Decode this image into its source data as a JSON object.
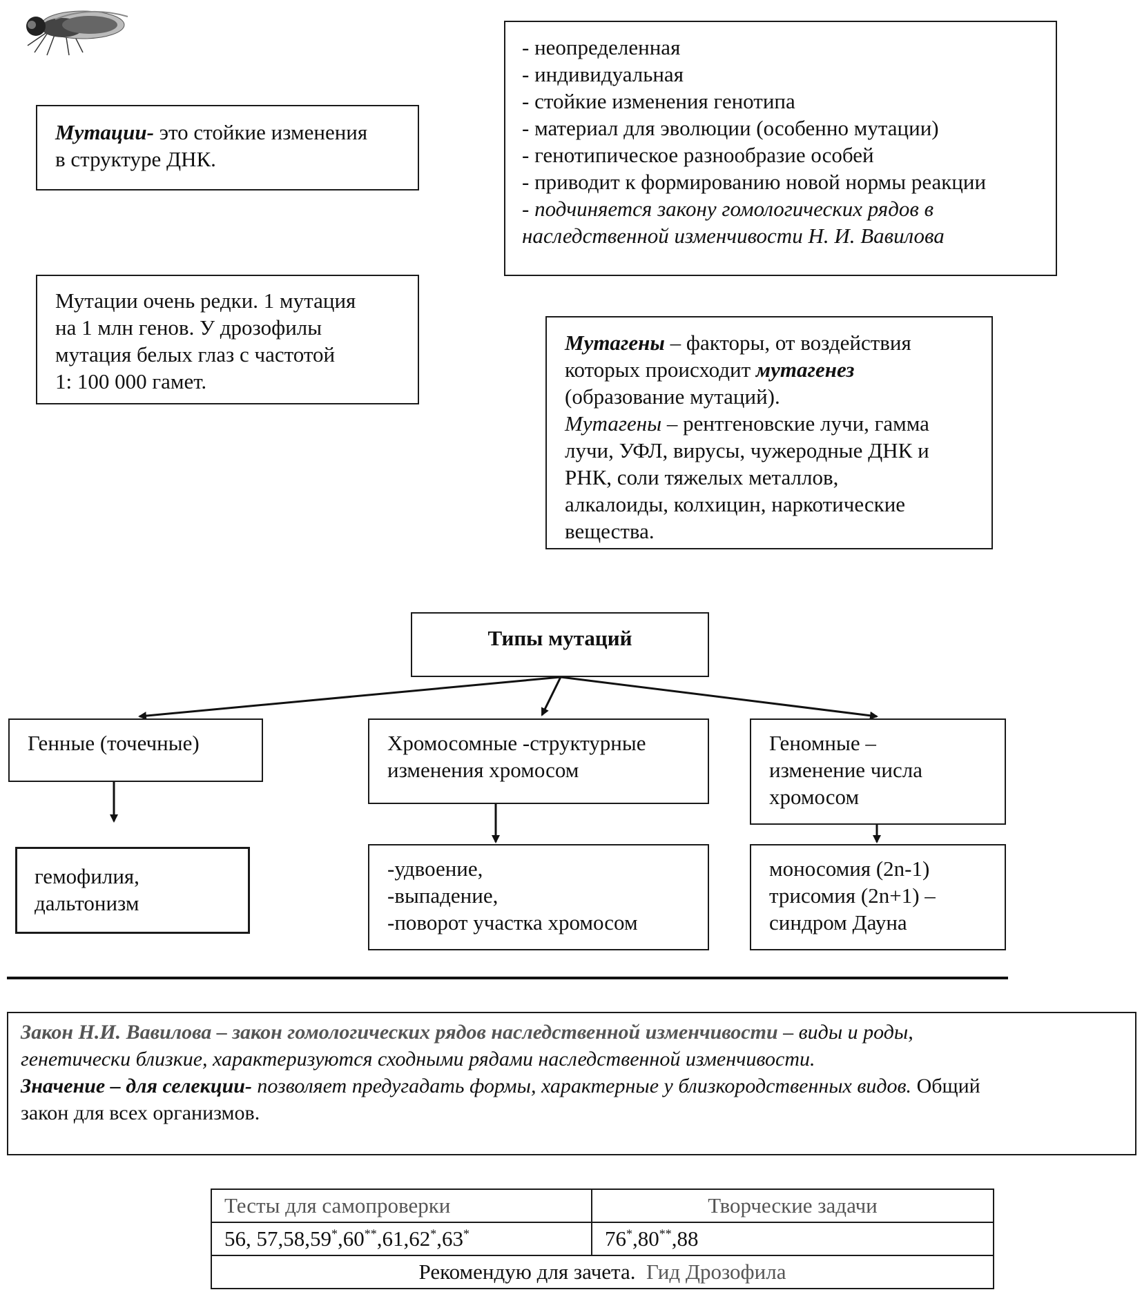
{
  "definition": {
    "term": "Мутации-",
    "text_line1": " это стойкие изменения",
    "text_line2": "в структуре ДНК."
  },
  "properties": {
    "items": [
      "- неопределенная",
      "- индивидуальная",
      "- стойкие изменения генотипа",
      "- материал для эволюции (особенно мутации)",
      "- генотипическое разнообразие особей",
      "- приводит к формированию новой нормы реакции"
    ],
    "last_prefix": "- ",
    "last_line1": "подчиняется закону гомологических рядов в",
    "last_line2": "наследственной изменчивости Н. И. Вавилова"
  },
  "frequency": {
    "lines": [
      "Мутации очень редки. 1 мутация",
      "на 1 млн генов. У дрозофилы",
      "мутация белых глаз с частотой",
      "1: 100 000 гамет."
    ]
  },
  "mutagens": {
    "term": "Мутагены",
    "line1_rest": " – факторы, от воздействия",
    "line2_pre": "которых происходит ",
    "line2_term": "мутагенез",
    "line3": "(образование мутаций).",
    "line4_term": "Мутагены",
    "line4_rest": " – рентгеновские лучи, гамма",
    "line5": "лучи, УФЛ, вирусы, чужеродные ДНК и",
    "line6": "РНК, соли тяжелых металлов,",
    "line7": "алкалоиды, колхицин, наркотические",
    "line8": "вещества."
  },
  "types": {
    "title": "Типы мутаций",
    "gene": {
      "label": "Генные (точечные)",
      "examples": [
        "гемофилия,",
        "дальтонизм"
      ]
    },
    "chromosomal": {
      "label": [
        "Хромосомные -структурные",
        "изменения  хромосом"
      ],
      "examples": [
        "-удвоение,",
        "-выпадение,",
        "-поворот участка хромосом"
      ]
    },
    "genomic": {
      "label": [
        "Геномные –",
        "изменение числа",
        "хромосом"
      ],
      "examples": [
        "моносомия (2n-1)",
        "трисомия (2n+1) –",
        "синдром Дауна"
      ]
    }
  },
  "law": {
    "title": "Закон  Н.И. Вавилова – закон гомологических рядов наследственной изменчивости",
    "rest1": " – виды и роды,",
    "line2": "генетически близкие, характеризуются сходными рядами наследственной изменчивости.",
    "sig_label": "Значение – для селекции-",
    "sig_text": " позволяет предугадать формы, характерные у близкородственных видов.",
    "sig_tail": " Общий",
    "line4": "закон для всех организмов."
  },
  "tests_table": {
    "col1_header": "Тесты для самопроверки",
    "col2_header": "Творческие задачи",
    "col1_values": {
      "a": "56, 57,58,59",
      "a_sup": "*",
      "b": ",60",
      "b_sup": "**",
      "c": ",61,62",
      "c_sup": "*",
      "d": ",63",
      "d_sup": "*"
    },
    "col2_values": {
      "a": "76",
      "a_sup": "*",
      "b": ",80",
      "b_sup": "**",
      "c": ",88"
    },
    "footer_text": "Рекомендую для зачета.",
    "footer_link": "  Гид Дрозофила"
  },
  "image": {
    "icon": "fruit-fly-icon"
  },
  "colors": {
    "border": "#1a1a1a",
    "text": "#111111",
    "muted": "#555555"
  }
}
